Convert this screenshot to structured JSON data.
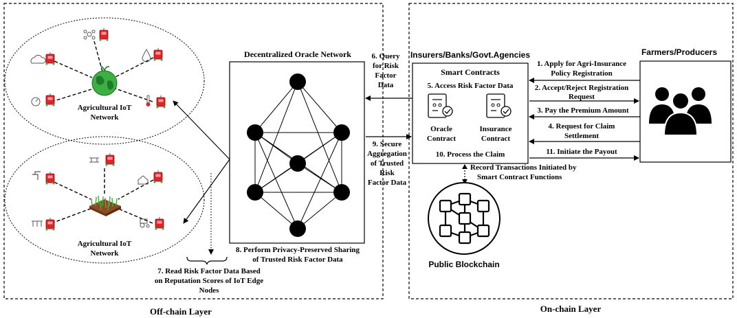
{
  "layers": {
    "off_chain": "Off-chain Layer",
    "on_chain": "On-chain Layer"
  },
  "iot_networks": {
    "top_label": [
      "Agricultural IoT",
      "Network"
    ],
    "bottom_label": [
      "Agricultural IoT",
      "Network"
    ]
  },
  "oracle_network": {
    "title": "Decentralized Oracle Network",
    "caption": [
      "8. Perform Privacy-Preserved Sharing",
      "of Trusted Risk Factor Data"
    ]
  },
  "reputation_step": [
    "7. Read Risk Factor Data Based",
    "on Reputation Scores of IoT Edge",
    "Nodes"
  ],
  "query_step": [
    "6. Query",
    "for Risk",
    "Factor",
    "Data"
  ],
  "aggregation_step": [
    "9. Secure",
    "Aggregation",
    "of Trusted",
    "Risk",
    "Factor Data"
  ],
  "insurers": {
    "title": "Insurers/Banks/Govt.Agencies",
    "smart_contracts": "Smart Contracts",
    "access_step": "5. Access Risk Factor Data",
    "oracle_contract": [
      "Oracle",
      "Contract"
    ],
    "insurance_contract": [
      "Insurance",
      "Contract"
    ],
    "process_step": "10. Process the Claim"
  },
  "farmers": {
    "title": "Farmers/Producers"
  },
  "interactions": [
    {
      "label": [
        "1. Apply for Agri-Insurance",
        "Policy Registration"
      ],
      "direction": "to-contracts"
    },
    {
      "label": [
        "2. Accept/Reject Registration",
        "Request"
      ],
      "direction": "to-farmers"
    },
    {
      "label": [
        "3. Pay the Premium Amount"
      ],
      "direction": "to-contracts"
    },
    {
      "label": [
        "4. Request for Claim",
        "Settlement"
      ],
      "direction": "to-contracts"
    },
    {
      "label": [
        "11. Initiate the Payout"
      ],
      "direction": "to-farmers"
    }
  ],
  "record_step": [
    "Record Transactions Initiated by",
    "Smart Contract Functions"
  ],
  "blockchain": {
    "label": "Public Blockchain"
  },
  "colors": {
    "device_red": "#e0242b",
    "globe_green": "#3cb043",
    "grass_green": "#49a83e",
    "soil_brown": "#8b4a22"
  }
}
